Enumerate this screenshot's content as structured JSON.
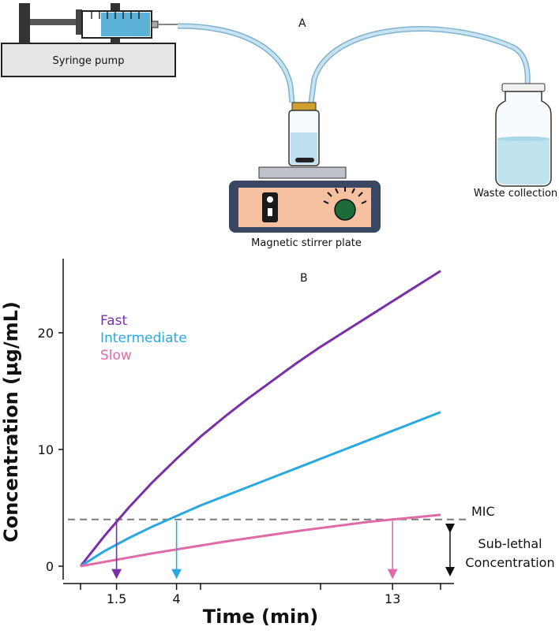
{
  "panel_a": {
    "label": "A",
    "syringe_pump_label": "Syringe pump",
    "stirrer_label": "Magnetic stirrer plate",
    "waste_label": "Waste collection"
  },
  "panel_b": {
    "label": "B",
    "mic_label": "MIC",
    "sublethal_line1": "Sub-lethal",
    "sublethal_line2": "Concentration"
  },
  "colors": {
    "fast": "#7b2fa6",
    "intermediate": "#2aa9e0",
    "slow": "#e06aa8",
    "mic_line": "#7a7a7a"
  },
  "chart_data": {
    "type": "line",
    "xlabel": "Time (min)",
    "ylabel": "Concentration (µg/mL)",
    "xlim": [
      0,
      15
    ],
    "ylim": [
      -1,
      26
    ],
    "x_ticks": [
      1.5,
      4,
      13
    ],
    "y_ticks": [
      0,
      10,
      20
    ],
    "mic": 4,
    "series": [
      {
        "name": "Fast",
        "color": "#7b2fa6",
        "x": [
          0,
          1,
          2,
          3,
          4,
          5,
          6,
          7,
          8,
          9,
          10,
          11,
          12,
          13,
          14,
          15
        ],
        "y": [
          0,
          2.6,
          5.0,
          7.2,
          9.2,
          11.1,
          12.8,
          14.4,
          15.9,
          17.4,
          18.8,
          20.1,
          21.4,
          22.7,
          24.0,
          25.3
        ]
      },
      {
        "name": "Intermediate",
        "color": "#2aa9e0",
        "x": [
          0,
          1,
          2,
          3,
          4,
          5,
          6,
          7,
          8,
          9,
          10,
          11,
          12,
          13,
          14,
          15
        ],
        "y": [
          0,
          1.3,
          2.4,
          3.4,
          4.3,
          5.2,
          6.0,
          6.8,
          7.6,
          8.4,
          9.2,
          10.0,
          10.8,
          11.6,
          12.4,
          13.2
        ]
      },
      {
        "name": "Slow",
        "color": "#e06aa8",
        "x": [
          0,
          3,
          6,
          9,
          12,
          13,
          15
        ],
        "y": [
          0,
          1.1,
          2.1,
          3.0,
          3.8,
          4.0,
          4.4
        ]
      }
    ],
    "threshold_crossings": [
      {
        "series": "Fast",
        "x": 1.5
      },
      {
        "series": "Intermediate",
        "x": 4
      },
      {
        "series": "Slow",
        "x": 13
      }
    ]
  }
}
